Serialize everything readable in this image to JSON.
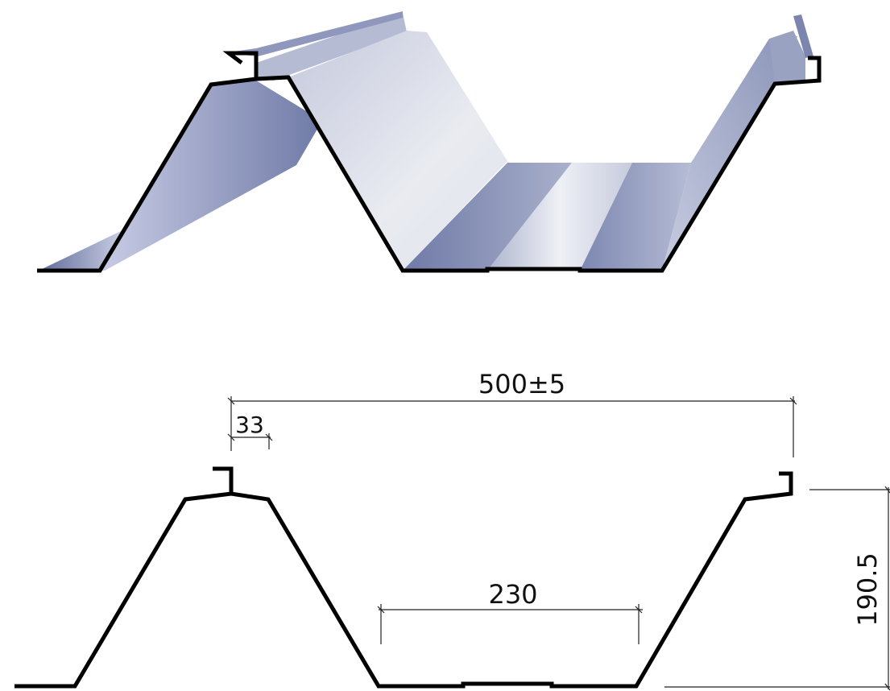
{
  "dimensions": {
    "total_width": "500±5",
    "rib_top_width": "33",
    "pan_width": "230",
    "height": "190.5"
  },
  "colors": {
    "profile_stroke": "#000000",
    "metal_light": "#eef0f6",
    "metal_mid": "#b9c0d8",
    "metal_dark": "#6f7aa6"
  }
}
